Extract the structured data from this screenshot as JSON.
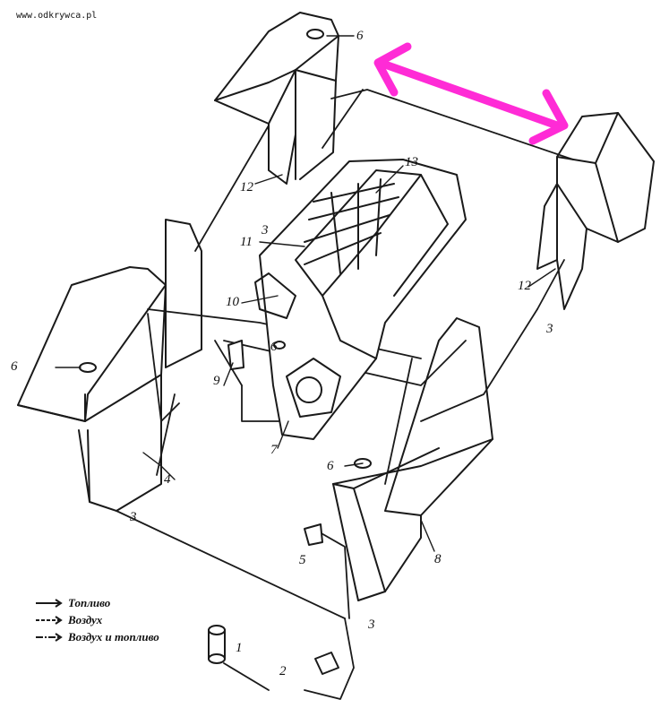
{
  "watermark": "www.odkrywca.pl",
  "labels": {
    "l1": "1",
    "l2": "2",
    "l3a": "3",
    "l3b": "3",
    "l3c": "3",
    "l3d": "3",
    "l4": "4",
    "l5": "5",
    "l6a": "6",
    "l6b": "6",
    "l6c": "6",
    "l6d": "6",
    "l7": "7",
    "l8": "8",
    "l9": "9",
    "l10": "10",
    "l11": "11",
    "l12a": "12",
    "l12b": "12",
    "l13": "13"
  },
  "legend": [
    {
      "text": "Топливо"
    },
    {
      "text": "Воздух"
    },
    {
      "text": "Воздух и топливо"
    }
  ],
  "colors": {
    "ink": "#1a1a1a",
    "highlight_arrow": "#ff2bd6",
    "paper": "#ffffff"
  }
}
